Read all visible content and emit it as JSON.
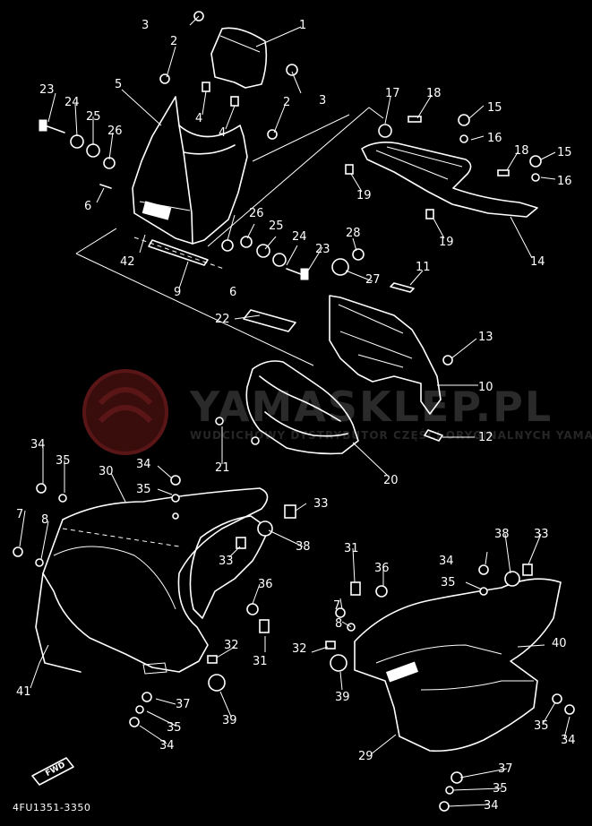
{
  "diagram": {
    "drawing_code": "4FU1351-3350",
    "forward_marker": "FWD",
    "watermark": {
      "main": "YAMASKLEP.PL",
      "sub": "WUDCICHOWY DYSTRYBUTOR CZĘŚCI ORYGINALNYCH YAMAHA"
    },
    "colors": {
      "background": "#000000",
      "linework": "#ffffff",
      "watermark": "#2a2a2a",
      "watermark_logo": "#5a1616"
    },
    "part_labels": [
      {
        "id": "lbl-1",
        "text": "1"
      },
      {
        "id": "lbl-2a",
        "text": "2"
      },
      {
        "id": "lbl-2b",
        "text": "2"
      },
      {
        "id": "lbl-3a",
        "text": "3"
      },
      {
        "id": "lbl-3b",
        "text": "3"
      },
      {
        "id": "lbl-4a",
        "text": "4"
      },
      {
        "id": "lbl-4b",
        "text": "4"
      },
      {
        "id": "lbl-5",
        "text": "5"
      },
      {
        "id": "lbl-6a",
        "text": "6"
      },
      {
        "id": "lbl-6b",
        "text": "6"
      },
      {
        "id": "lbl-7a",
        "text": "7"
      },
      {
        "id": "lbl-7b",
        "text": "7"
      },
      {
        "id": "lbl-8a",
        "text": "8"
      },
      {
        "id": "lbl-8b",
        "text": "8"
      },
      {
        "id": "lbl-9",
        "text": "9"
      },
      {
        "id": "lbl-10",
        "text": "10"
      },
      {
        "id": "lbl-11",
        "text": "11"
      },
      {
        "id": "lbl-12",
        "text": "12"
      },
      {
        "id": "lbl-13",
        "text": "13"
      },
      {
        "id": "lbl-14",
        "text": "14"
      },
      {
        "id": "lbl-15a",
        "text": "15"
      },
      {
        "id": "lbl-15b",
        "text": "15"
      },
      {
        "id": "lbl-16a",
        "text": "16"
      },
      {
        "id": "lbl-16b",
        "text": "16"
      },
      {
        "id": "lbl-17",
        "text": "17"
      },
      {
        "id": "lbl-18a",
        "text": "18"
      },
      {
        "id": "lbl-18b",
        "text": "18"
      },
      {
        "id": "lbl-19a",
        "text": "19"
      },
      {
        "id": "lbl-19b",
        "text": "19"
      },
      {
        "id": "lbl-20",
        "text": "20"
      },
      {
        "id": "lbl-21",
        "text": "21"
      },
      {
        "id": "lbl-22",
        "text": "22"
      },
      {
        "id": "lbl-23a",
        "text": "23"
      },
      {
        "id": "lbl-23b",
        "text": "23"
      },
      {
        "id": "lbl-24a",
        "text": "24"
      },
      {
        "id": "lbl-24b",
        "text": "24"
      },
      {
        "id": "lbl-25a",
        "text": "25"
      },
      {
        "id": "lbl-25b",
        "text": "25"
      },
      {
        "id": "lbl-26a",
        "text": "26"
      },
      {
        "id": "lbl-26b",
        "text": "26"
      },
      {
        "id": "lbl-27",
        "text": "27"
      },
      {
        "id": "lbl-28",
        "text": "28"
      },
      {
        "id": "lbl-29",
        "text": "29"
      },
      {
        "id": "lbl-30",
        "text": "30"
      },
      {
        "id": "lbl-31a",
        "text": "31"
      },
      {
        "id": "lbl-31b",
        "text": "31"
      },
      {
        "id": "lbl-32a",
        "text": "32"
      },
      {
        "id": "lbl-32b",
        "text": "32"
      },
      {
        "id": "lbl-33a",
        "text": "33"
      },
      {
        "id": "lbl-33b",
        "text": "33"
      },
      {
        "id": "lbl-33c",
        "text": "33"
      },
      {
        "id": "lbl-34a",
        "text": "34"
      },
      {
        "id": "lbl-34b",
        "text": "34"
      },
      {
        "id": "lbl-34c",
        "text": "34"
      },
      {
        "id": "lbl-34d",
        "text": "34"
      },
      {
        "id": "lbl-34e",
        "text": "34"
      },
      {
        "id": "lbl-34f",
        "text": "34"
      },
      {
        "id": "lbl-35a",
        "text": "35"
      },
      {
        "id": "lbl-35b",
        "text": "35"
      },
      {
        "id": "lbl-35c",
        "text": "35"
      },
      {
        "id": "lbl-35d",
        "text": "35"
      },
      {
        "id": "lbl-35e",
        "text": "35"
      },
      {
        "id": "lbl-35f",
        "text": "35"
      },
      {
        "id": "lbl-36a",
        "text": "36"
      },
      {
        "id": "lbl-36b",
        "text": "36"
      },
      {
        "id": "lbl-37a",
        "text": "37"
      },
      {
        "id": "lbl-37b",
        "text": "37"
      },
      {
        "id": "lbl-38a",
        "text": "38"
      },
      {
        "id": "lbl-38b",
        "text": "38"
      },
      {
        "id": "lbl-39a",
        "text": "39"
      },
      {
        "id": "lbl-39b",
        "text": "39"
      },
      {
        "id": "lbl-40",
        "text": "40"
      },
      {
        "id": "lbl-41",
        "text": "41"
      },
      {
        "id": "lbl-42",
        "text": "42"
      }
    ]
  }
}
